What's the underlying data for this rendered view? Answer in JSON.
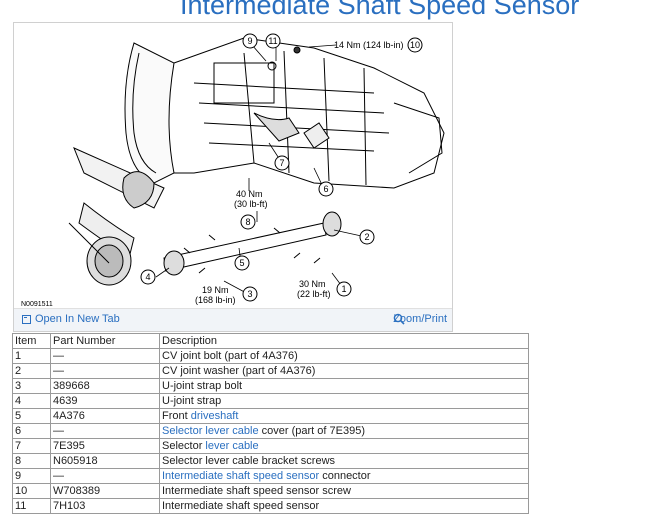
{
  "page": {
    "title": "Intermediate Shaft Speed Sensor"
  },
  "figure": {
    "id": "N0091511",
    "open_new_tab": "Open In New Tab",
    "zoom_print": "Zoom/Print",
    "torque_labels": {
      "t10": "14 Nm (124 lb-in)",
      "t8a": "40 Nm",
      "t8b": "(30 lb-ft)",
      "t1a": "30 Nm",
      "t1b": "(22 lb-ft)",
      "t3a": "19 Nm",
      "t3b": "(168 lb-in)"
    },
    "callouts": [
      "1",
      "2",
      "3",
      "4",
      "5",
      "6",
      "7",
      "8",
      "9",
      "10",
      "11"
    ]
  },
  "table": {
    "headers": [
      "Item",
      "Part Number",
      "Description"
    ],
    "rows": [
      {
        "item": "1",
        "part": "—",
        "desc_pre": "CV joint bolt (part of 4A376)",
        "link": "",
        "desc_post": ""
      },
      {
        "item": "2",
        "part": "—",
        "desc_pre": "CV joint washer (part of 4A376)",
        "link": "",
        "desc_post": ""
      },
      {
        "item": "3",
        "part": "389668",
        "desc_pre": "U-joint strap bolt",
        "link": "",
        "desc_post": ""
      },
      {
        "item": "4",
        "part": "4639",
        "desc_pre": "U-joint strap",
        "link": "",
        "desc_post": ""
      },
      {
        "item": "5",
        "part": "4A376",
        "desc_pre": "Front ",
        "link": "driveshaft",
        "desc_post": ""
      },
      {
        "item": "6",
        "part": "—",
        "desc_pre": "",
        "link": "Selector lever cable",
        "desc_post": " cover (part of 7E395)"
      },
      {
        "item": "7",
        "part": "7E395",
        "desc_pre": "Selector ",
        "link": "lever cable",
        "desc_post": ""
      },
      {
        "item": "8",
        "part": "N605918",
        "desc_pre": "Selector lever cable bracket screws",
        "link": "",
        "desc_post": ""
      },
      {
        "item": "9",
        "part": "—",
        "desc_pre": "",
        "link": "Intermediate shaft speed sensor",
        "desc_post": " connector"
      },
      {
        "item": "10",
        "part": "W708389",
        "desc_pre": "Intermediate shaft speed sensor screw",
        "link": "",
        "desc_post": ""
      },
      {
        "item": "11",
        "part": "7H103",
        "desc_pre": "Intermediate shaft speed sensor",
        "link": "",
        "desc_post": ""
      }
    ]
  },
  "colors": {
    "link": "#2a6fc0",
    "title": "#2a6fc0"
  }
}
